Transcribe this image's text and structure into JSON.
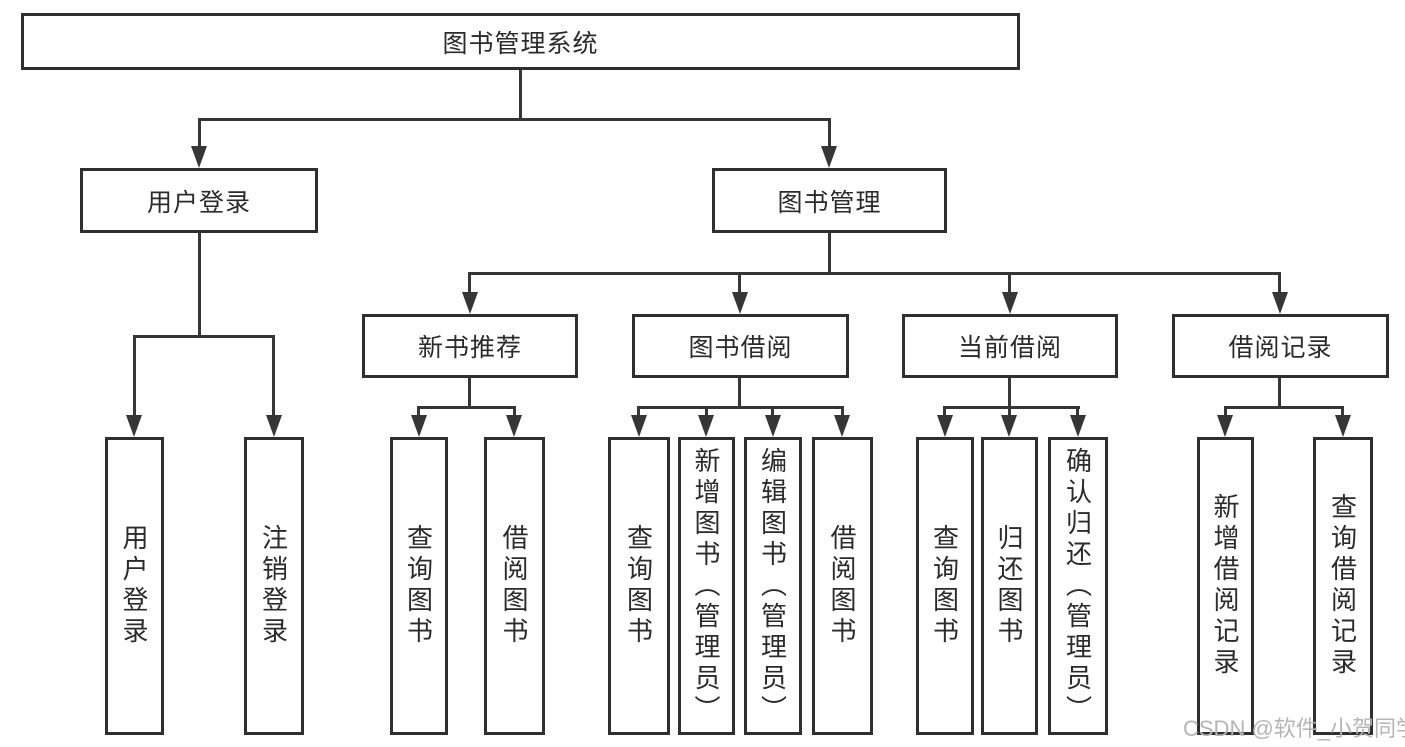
{
  "title": "图书管理系统",
  "watermark": "CSDN @软件_小贺同学",
  "colors": {
    "box_border": "#2f2f2f",
    "connector_line": "#363636",
    "text": "#2b2b2b",
    "watermark_text": "#b5b5b5",
    "background": "#ffffff"
  },
  "tree": {
    "root": "图书管理系统",
    "children": [
      {
        "label": "用户登录",
        "children": [
          "用户登录",
          "注销登录"
        ]
      },
      {
        "label": "图书管理",
        "children": [
          {
            "label": "新书推荐",
            "children": [
              "查询图书",
              "借阅图书"
            ]
          },
          {
            "label": "图书借阅",
            "children": [
              "查询图书",
              "新增图书（管理员）",
              "编辑图书（管理员）",
              "借阅图书"
            ]
          },
          {
            "label": "当前借阅",
            "children": [
              "查询图书",
              "归还图书",
              "确认归还（管理员）"
            ]
          },
          {
            "label": "借阅记录",
            "children": [
              "新增借阅记录",
              "查询借阅记录"
            ]
          }
        ]
      }
    ]
  }
}
